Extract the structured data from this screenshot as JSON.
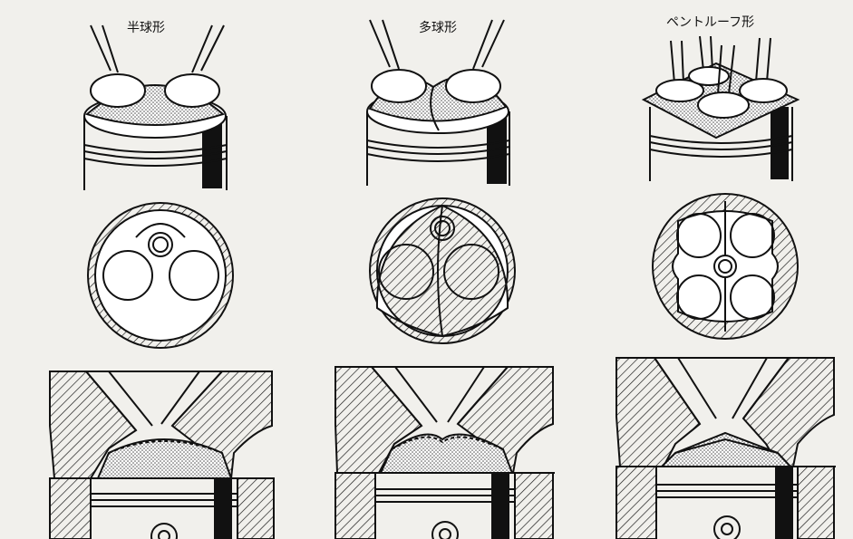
{
  "chambers": [
    {
      "id": "hemi",
      "label": "半球形"
    },
    {
      "id": "multi",
      "label": "多球形"
    },
    {
      "id": "pentroof",
      "label": "ペントルーフ形"
    }
  ],
  "colors": {
    "paper": "#f1f0ec",
    "ink": "#111111",
    "stipple": "#c9c9c6"
  }
}
